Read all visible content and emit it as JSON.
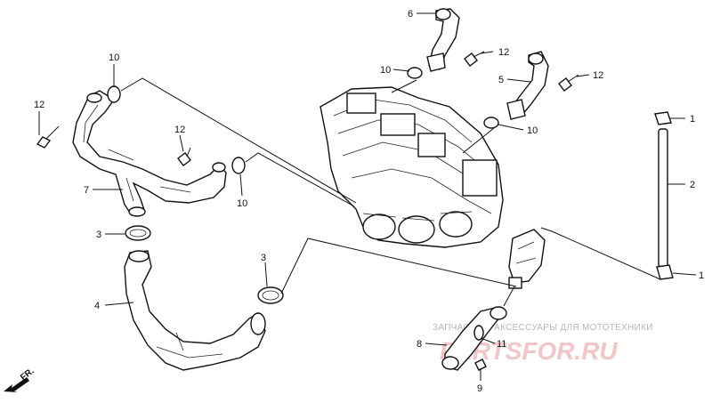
{
  "callouts": [
    {
      "id": "c1a",
      "text": "1"
    },
    {
      "id": "c1b",
      "text": "1"
    },
    {
      "id": "c2",
      "text": "2"
    },
    {
      "id": "c3a",
      "text": "3"
    },
    {
      "id": "c3b",
      "text": "3"
    },
    {
      "id": "c4",
      "text": "4"
    },
    {
      "id": "c5",
      "text": "5"
    },
    {
      "id": "c6",
      "text": "6"
    },
    {
      "id": "c7",
      "text": "7"
    },
    {
      "id": "c8",
      "text": "8"
    },
    {
      "id": "c9",
      "text": "9"
    },
    {
      "id": "c10a",
      "text": "10"
    },
    {
      "id": "c10b",
      "text": "10"
    },
    {
      "id": "c10c",
      "text": "10"
    },
    {
      "id": "c10d",
      "text": "10"
    },
    {
      "id": "c11",
      "text": "11"
    },
    {
      "id": "c12a",
      "text": "12"
    },
    {
      "id": "c12b",
      "text": "12"
    },
    {
      "id": "c12c",
      "text": "12"
    },
    {
      "id": "c12d",
      "text": "12"
    }
  ],
  "front_marker": "FR.",
  "watermark": {
    "tagline": "ЗАПЧАСТИ И АКСЕССУАРЫ ДЛЯ МОТОТЕХНИКИ",
    "brand": "PARTSFOR.RU"
  }
}
